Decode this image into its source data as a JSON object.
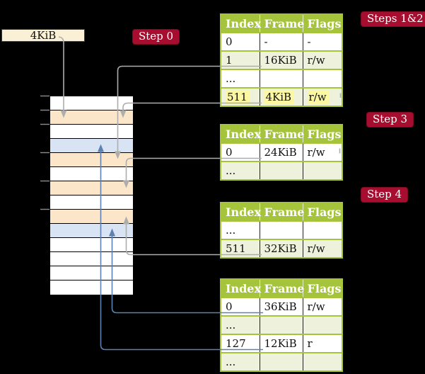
{
  "colors": {
    "table_header_bg": "#a5c33b",
    "table_border": "#a5c33b",
    "row_shaded_bg": "#eef2dc",
    "highlight_yellow": "#fbf7a3",
    "memory_pagetable": "#fce6c9",
    "memory_mapped": "#d8e4f3",
    "label_bg": "#a60d2e",
    "box_cream": "#faf0d5",
    "arrow_gray": "#adadad",
    "arrow_blue": "#5e80b2"
  },
  "frame_box": {
    "label": "4KiB"
  },
  "labels": {
    "step0": "Step 0",
    "steps12": "Steps 1&2",
    "step3": "Step 3",
    "step4": "Step 4"
  },
  "tables": [
    {
      "name": "page-table-steps-1-2",
      "headers": [
        "Index",
        "Frame",
        "Flags"
      ],
      "rows": [
        {
          "index": "0",
          "frame": "-",
          "flags": "-",
          "shaded": false,
          "highlight": false
        },
        {
          "index": "1",
          "frame": "16KiB",
          "flags": "r/w",
          "shaded": true,
          "highlight": false
        },
        {
          "index": "...",
          "frame": "",
          "flags": "",
          "shaded": false,
          "highlight": false
        },
        {
          "index": "511",
          "frame": "4KiB",
          "flags": "r/w",
          "shaded": true,
          "highlight": true
        }
      ]
    },
    {
      "name": "page-table-step-3",
      "headers": [
        "Index",
        "Frame",
        "Flags"
      ],
      "rows": [
        {
          "index": "0",
          "frame": "24KiB",
          "flags": "r/w",
          "shaded": false,
          "highlight": false
        },
        {
          "index": "...",
          "frame": "",
          "flags": "",
          "shaded": true,
          "highlight": false
        }
      ]
    },
    {
      "name": "page-table-step-4",
      "headers": [
        "Index",
        "Frame",
        "Flags"
      ],
      "rows": [
        {
          "index": "...",
          "frame": "",
          "flags": "",
          "shaded": false,
          "highlight": false
        },
        {
          "index": "511",
          "frame": "32KiB",
          "flags": "r/w",
          "shaded": true,
          "highlight": false
        }
      ]
    },
    {
      "name": "page-table-bottom",
      "headers": [
        "Index",
        "Frame",
        "Flags"
      ],
      "rows": [
        {
          "index": "0",
          "frame": "36KiB",
          "flags": "r/w",
          "shaded": false,
          "highlight": false
        },
        {
          "index": "...",
          "frame": "",
          "flags": "",
          "shaded": true,
          "highlight": false
        },
        {
          "index": "127",
          "frame": "12KiB",
          "flags": "r",
          "shaded": false,
          "highlight": false
        },
        {
          "index": "...",
          "frame": "",
          "flags": "",
          "shaded": true,
          "highlight": false
        }
      ]
    }
  ],
  "memory": {
    "rows": [
      {
        "type": "plain"
      },
      {
        "type": "pagetable"
      },
      {
        "type": "plain"
      },
      {
        "type": "mapped"
      },
      {
        "type": "pagetable"
      },
      {
        "type": "plain"
      },
      {
        "type": "pagetable"
      },
      {
        "type": "plain"
      },
      {
        "type": "pagetable"
      },
      {
        "type": "mapped"
      },
      {
        "type": "plain"
      },
      {
        "type": "plain"
      },
      {
        "type": "plain"
      },
      {
        "type": "plain"
      }
    ]
  }
}
